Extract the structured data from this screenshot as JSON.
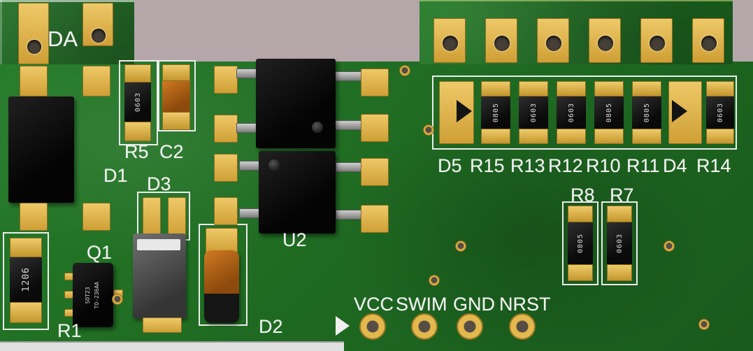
{
  "silkscreen": {
    "da": "DA",
    "r5": "R5",
    "c2": "C2",
    "d1": "D1",
    "d3": "D3",
    "u2": "U2",
    "q1": "Q1",
    "r1": "R1",
    "d2": "D2",
    "r8": "R8",
    "r7": "R7"
  },
  "row": {
    "items": [
      {
        "label": "D5"
      },
      {
        "label": "R15",
        "marking": "0805"
      },
      {
        "label": "R13",
        "marking": "0603"
      },
      {
        "label": "R12",
        "marking": "0603"
      },
      {
        "label": "R10",
        "marking": "0805"
      },
      {
        "label": "R11",
        "marking": "0805"
      },
      {
        "label": "D4"
      },
      {
        "label": "R14",
        "marking": "0603"
      }
    ]
  },
  "connector": {
    "pins": [
      "VCC",
      "SWIM",
      "GND",
      "NRST"
    ]
  },
  "markings": {
    "r5": "0603",
    "r1": "1206",
    "q1_line1": "SOT23",
    "q1_line2": "TO-236AA",
    "r8": "0805",
    "r7": "0603"
  },
  "colors": {
    "board_green": "#1f6e23",
    "pad_gold": "#d9a93f",
    "background_gray": "#b5a7a9",
    "silkscreen_white": "#f2f2f2",
    "component_black": "#141414",
    "capacitor_orange": "#cf7a22"
  }
}
